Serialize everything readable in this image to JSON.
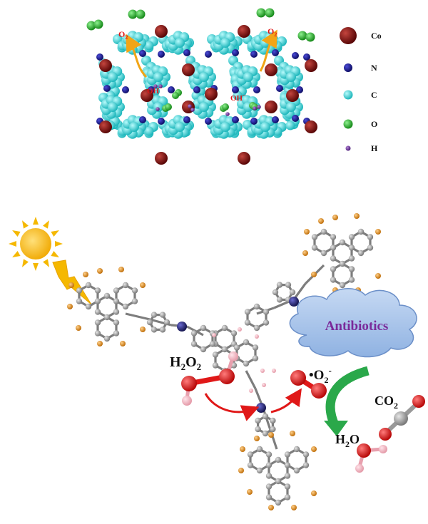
{
  "top_panel": {
    "oxygen_labels": [
      "O",
      "O"
    ],
    "oxygen_subscript": "2",
    "hydroxide_labels": [
      "OH",
      "OH"
    ],
    "hydroxide_charge": "−",
    "legend": [
      {
        "symbol": "Co",
        "color": "#7a0f0f"
      },
      {
        "symbol": "N",
        "color": "#1a1a8c"
      },
      {
        "symbol": "C",
        "color": "#41dadd"
      },
      {
        "symbol": "O",
        "color": "#27b82a"
      },
      {
        "symbol": "H",
        "color": "#6a2a9a"
      }
    ]
  },
  "bottom_panel": {
    "h2o2_main": "H",
    "h2o2_sub1": "2",
    "h2o2_mid": "O",
    "h2o2_sub2": "2",
    "superoxide_main": "•O",
    "superoxide_sub": "2",
    "superoxide_charge": "-",
    "cloud_label": "Antibiotics",
    "co2_main": "CO",
    "co2_sub": "2",
    "h2o_main": "H",
    "h2o_sub": "2",
    "h2o_end": "O"
  },
  "colors": {
    "cobalt": "#7a0f0f",
    "nitrogen": "#1a1a8c",
    "carbon_top": "#41dadd",
    "oxygen_green": "#27b82a",
    "hydrogen": "#6a2a9a",
    "bond_grey": "#7d7d7d",
    "terminal_orange": "#d98a1f",
    "red_oxygen": "#e01818",
    "arrow_green": "#2aa84a",
    "cloud_fill": "#a9c4ea",
    "cloud_text": "#7a2a9a",
    "sun": "#f5b800"
  }
}
